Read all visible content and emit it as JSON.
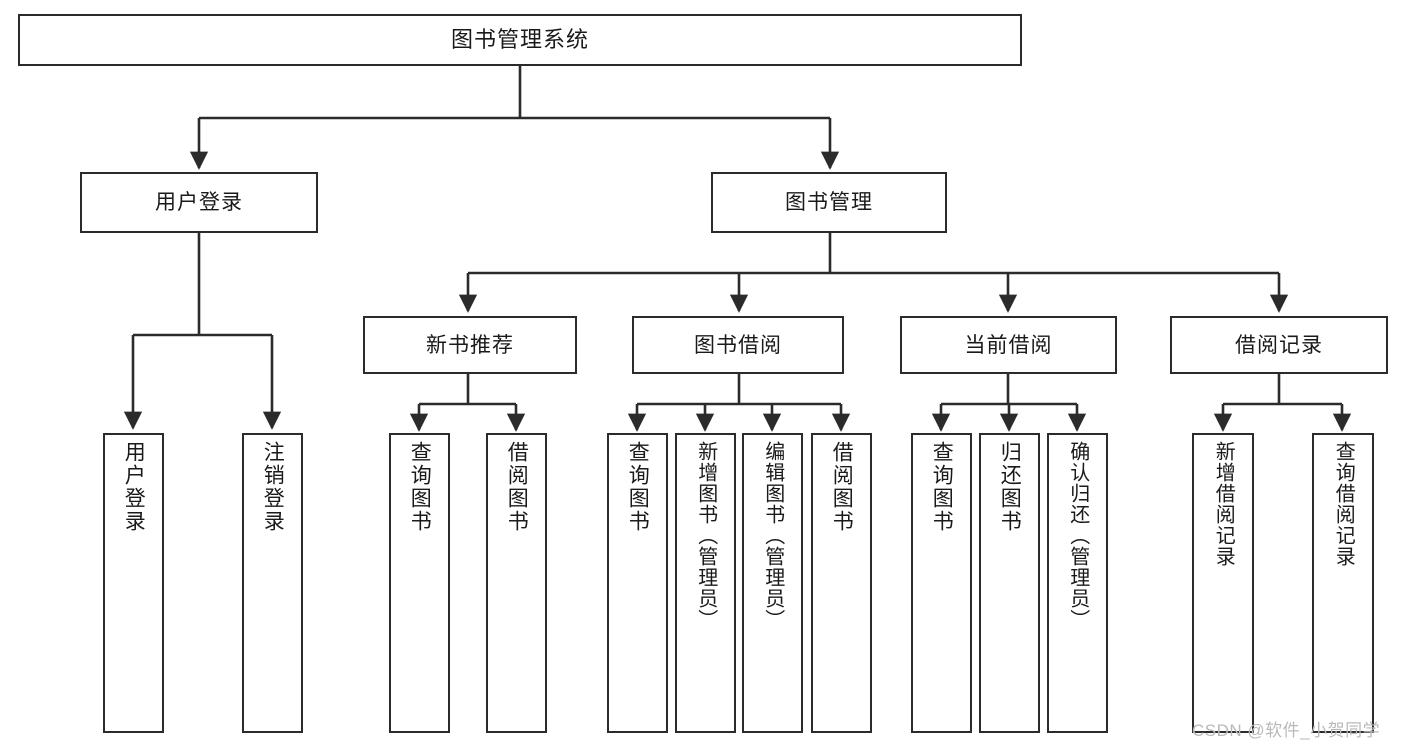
{
  "diagram": {
    "type": "tree-hierarchy-chart",
    "title": "图书管理系统",
    "watermark": "CSDN @软件_小贺同学",
    "colors": {
      "stroke": "#2b2b2b",
      "box_fill": "#ffffff",
      "text": "#1a1a1a",
      "background": "#ffffff",
      "watermark": "#b9b9b9"
    },
    "root": {
      "label": "图书管理系统"
    },
    "level2": [
      {
        "label": "用户登录"
      },
      {
        "label": "图书管理"
      }
    ],
    "level3": [
      {
        "label": "新书推荐"
      },
      {
        "label": "图书借阅"
      },
      {
        "label": "当前借阅"
      },
      {
        "label": "借阅记录"
      }
    ],
    "leaves": {
      "user_login": [
        {
          "label": "用户登录"
        },
        {
          "label": "注销登录"
        }
      ],
      "new_book_recommend": [
        {
          "label": "查询图书"
        },
        {
          "label": "借阅图书"
        }
      ],
      "book_borrow": [
        {
          "label": "查询图书"
        },
        {
          "label": "新增图书（管理员）"
        },
        {
          "label": "编辑图书（管理员）"
        },
        {
          "label": "借阅图书"
        }
      ],
      "current_borrow": [
        {
          "label": "查询图书"
        },
        {
          "label": "归还图书"
        },
        {
          "label": "确认归还（管理员）"
        }
      ],
      "borrow_record": [
        {
          "label": "新增借阅记录"
        },
        {
          "label": "查询借阅记录"
        }
      ]
    }
  }
}
